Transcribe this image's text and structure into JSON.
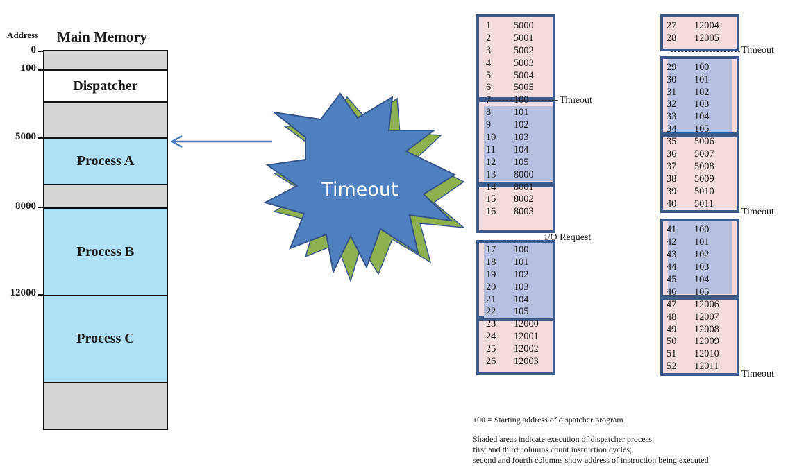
{
  "memory": {
    "address_heading": "Address",
    "title": "Main Memory",
    "addresses": [
      "0",
      "100",
      "5000",
      "8000",
      "12000"
    ],
    "regions": {
      "dispatcher": "Dispatcher",
      "process_a": "Process A",
      "process_b": "Process B",
      "process_c": "Process C"
    }
  },
  "burst": {
    "label": "Timeout"
  },
  "trace": {
    "col1": [
      [
        "1",
        "5000"
      ],
      [
        "2",
        "5001"
      ],
      [
        "3",
        "5002"
      ],
      [
        "4",
        "5003"
      ],
      [
        "5",
        "5004"
      ],
      [
        "6",
        "5005"
      ],
      [
        "7",
        "100"
      ],
      [
        "8",
        "101"
      ],
      [
        "9",
        "102"
      ],
      [
        "10",
        "103"
      ],
      [
        "11",
        "104"
      ],
      [
        "12",
        "105"
      ],
      [
        "13",
        "8000"
      ],
      [
        "14",
        "8001"
      ],
      [
        "15",
        "8002"
      ],
      [
        "16",
        "8003"
      ],
      [
        "17",
        "100"
      ],
      [
        "18",
        "101"
      ],
      [
        "19",
        "102"
      ],
      [
        "20",
        "103"
      ],
      [
        "21",
        "104"
      ],
      [
        "22",
        "105"
      ],
      [
        "23",
        "12000"
      ],
      [
        "24",
        "12001"
      ],
      [
        "25",
        "12002"
      ],
      [
        "26",
        "12003"
      ]
    ],
    "col2": [
      [
        "27",
        "12004"
      ],
      [
        "28",
        "12005"
      ],
      [
        "29",
        "100"
      ],
      [
        "30",
        "101"
      ],
      [
        "31",
        "102"
      ],
      [
        "32",
        "103"
      ],
      [
        "33",
        "104"
      ],
      [
        "34",
        "105"
      ],
      [
        "35",
        "5006"
      ],
      [
        "36",
        "5007"
      ],
      [
        "37",
        "5008"
      ],
      [
        "38",
        "5009"
      ],
      [
        "39",
        "5010"
      ],
      [
        "40",
        "5011"
      ],
      [
        "41",
        "100"
      ],
      [
        "42",
        "101"
      ],
      [
        "43",
        "102"
      ],
      [
        "44",
        "103"
      ],
      [
        "45",
        "104"
      ],
      [
        "46",
        "105"
      ],
      [
        "47",
        "12006"
      ],
      [
        "48",
        "12007"
      ],
      [
        "49",
        "12008"
      ],
      [
        "50",
        "12009"
      ],
      [
        "51",
        "12010"
      ],
      [
        "52",
        "12011"
      ]
    ],
    "events": {
      "timeout": "Timeout",
      "io_request": "I/O Request"
    }
  },
  "notes": {
    "line1": "100 = Starting address of dispatcher program",
    "line2": "Shaded areas indicate execution of dispatcher process;",
    "line3": "first and third columns count instruction cycles;",
    "line4": "second and fourth columns show address of instruction being executed"
  }
}
